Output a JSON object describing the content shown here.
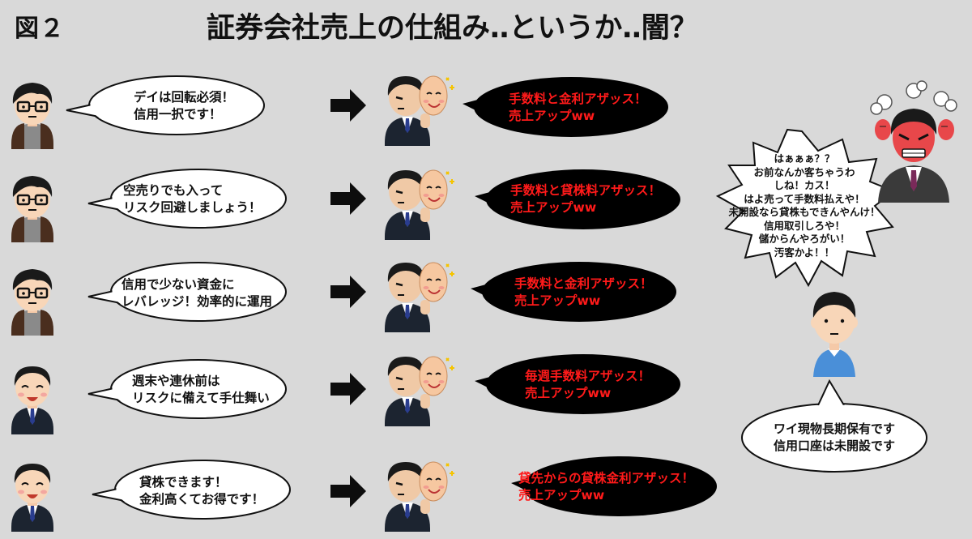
{
  "header": {
    "figure_label": "図２",
    "title": "証券会社売上の仕組み‥というか‥闇？"
  },
  "rows": [
    {
      "customer_line1": "デイは回転必須！",
      "customer_line2": "信用一択です！",
      "broker_line1": "手数料と金利アザッス！",
      "broker_line2": "売上アップww"
    },
    {
      "customer_line1": "空売りでも入って",
      "customer_line2": "リスク回避しましょう！",
      "broker_line1": "手数料と貸株料アザッス！",
      "broker_line2": "売上アップww"
    },
    {
      "customer_line1": "信用で少ない資金に",
      "customer_line2": "レバレッジ！効率的に運用",
      "broker_line1": "手数料と金利アザッス！",
      "broker_line2": "売上アップww"
    },
    {
      "customer_line1": "週末や連休前は",
      "customer_line2": "リスクに備えて手仕舞い",
      "broker_line1": "毎週手数料アザッス！",
      "broker_line2": "売上アップww"
    },
    {
      "customer_line1": "貸株できます！",
      "customer_line2": "金利高くてお得です！",
      "broker_line1": "貸先からの貸株金利アザッス！",
      "broker_line2": "売上アップww"
    }
  ],
  "rant": {
    "lines": [
      "はぁぁぁ？？",
      "お前なんか客ちゃうわ",
      "しね！カス！",
      "はよ売って手数料払えや！",
      "未開設なら貸株もできんやんけ！",
      "信用取引しろや！",
      "儲からんやろがい！",
      "汚客かよ！！"
    ]
  },
  "wai": {
    "line1": "ワイ現物長期保有です",
    "line2": "信用口座は未開設です"
  },
  "colors": {
    "background": "#d9d9d9",
    "broker_text": "#ff1a1a",
    "dark_bubble": "#000000"
  }
}
